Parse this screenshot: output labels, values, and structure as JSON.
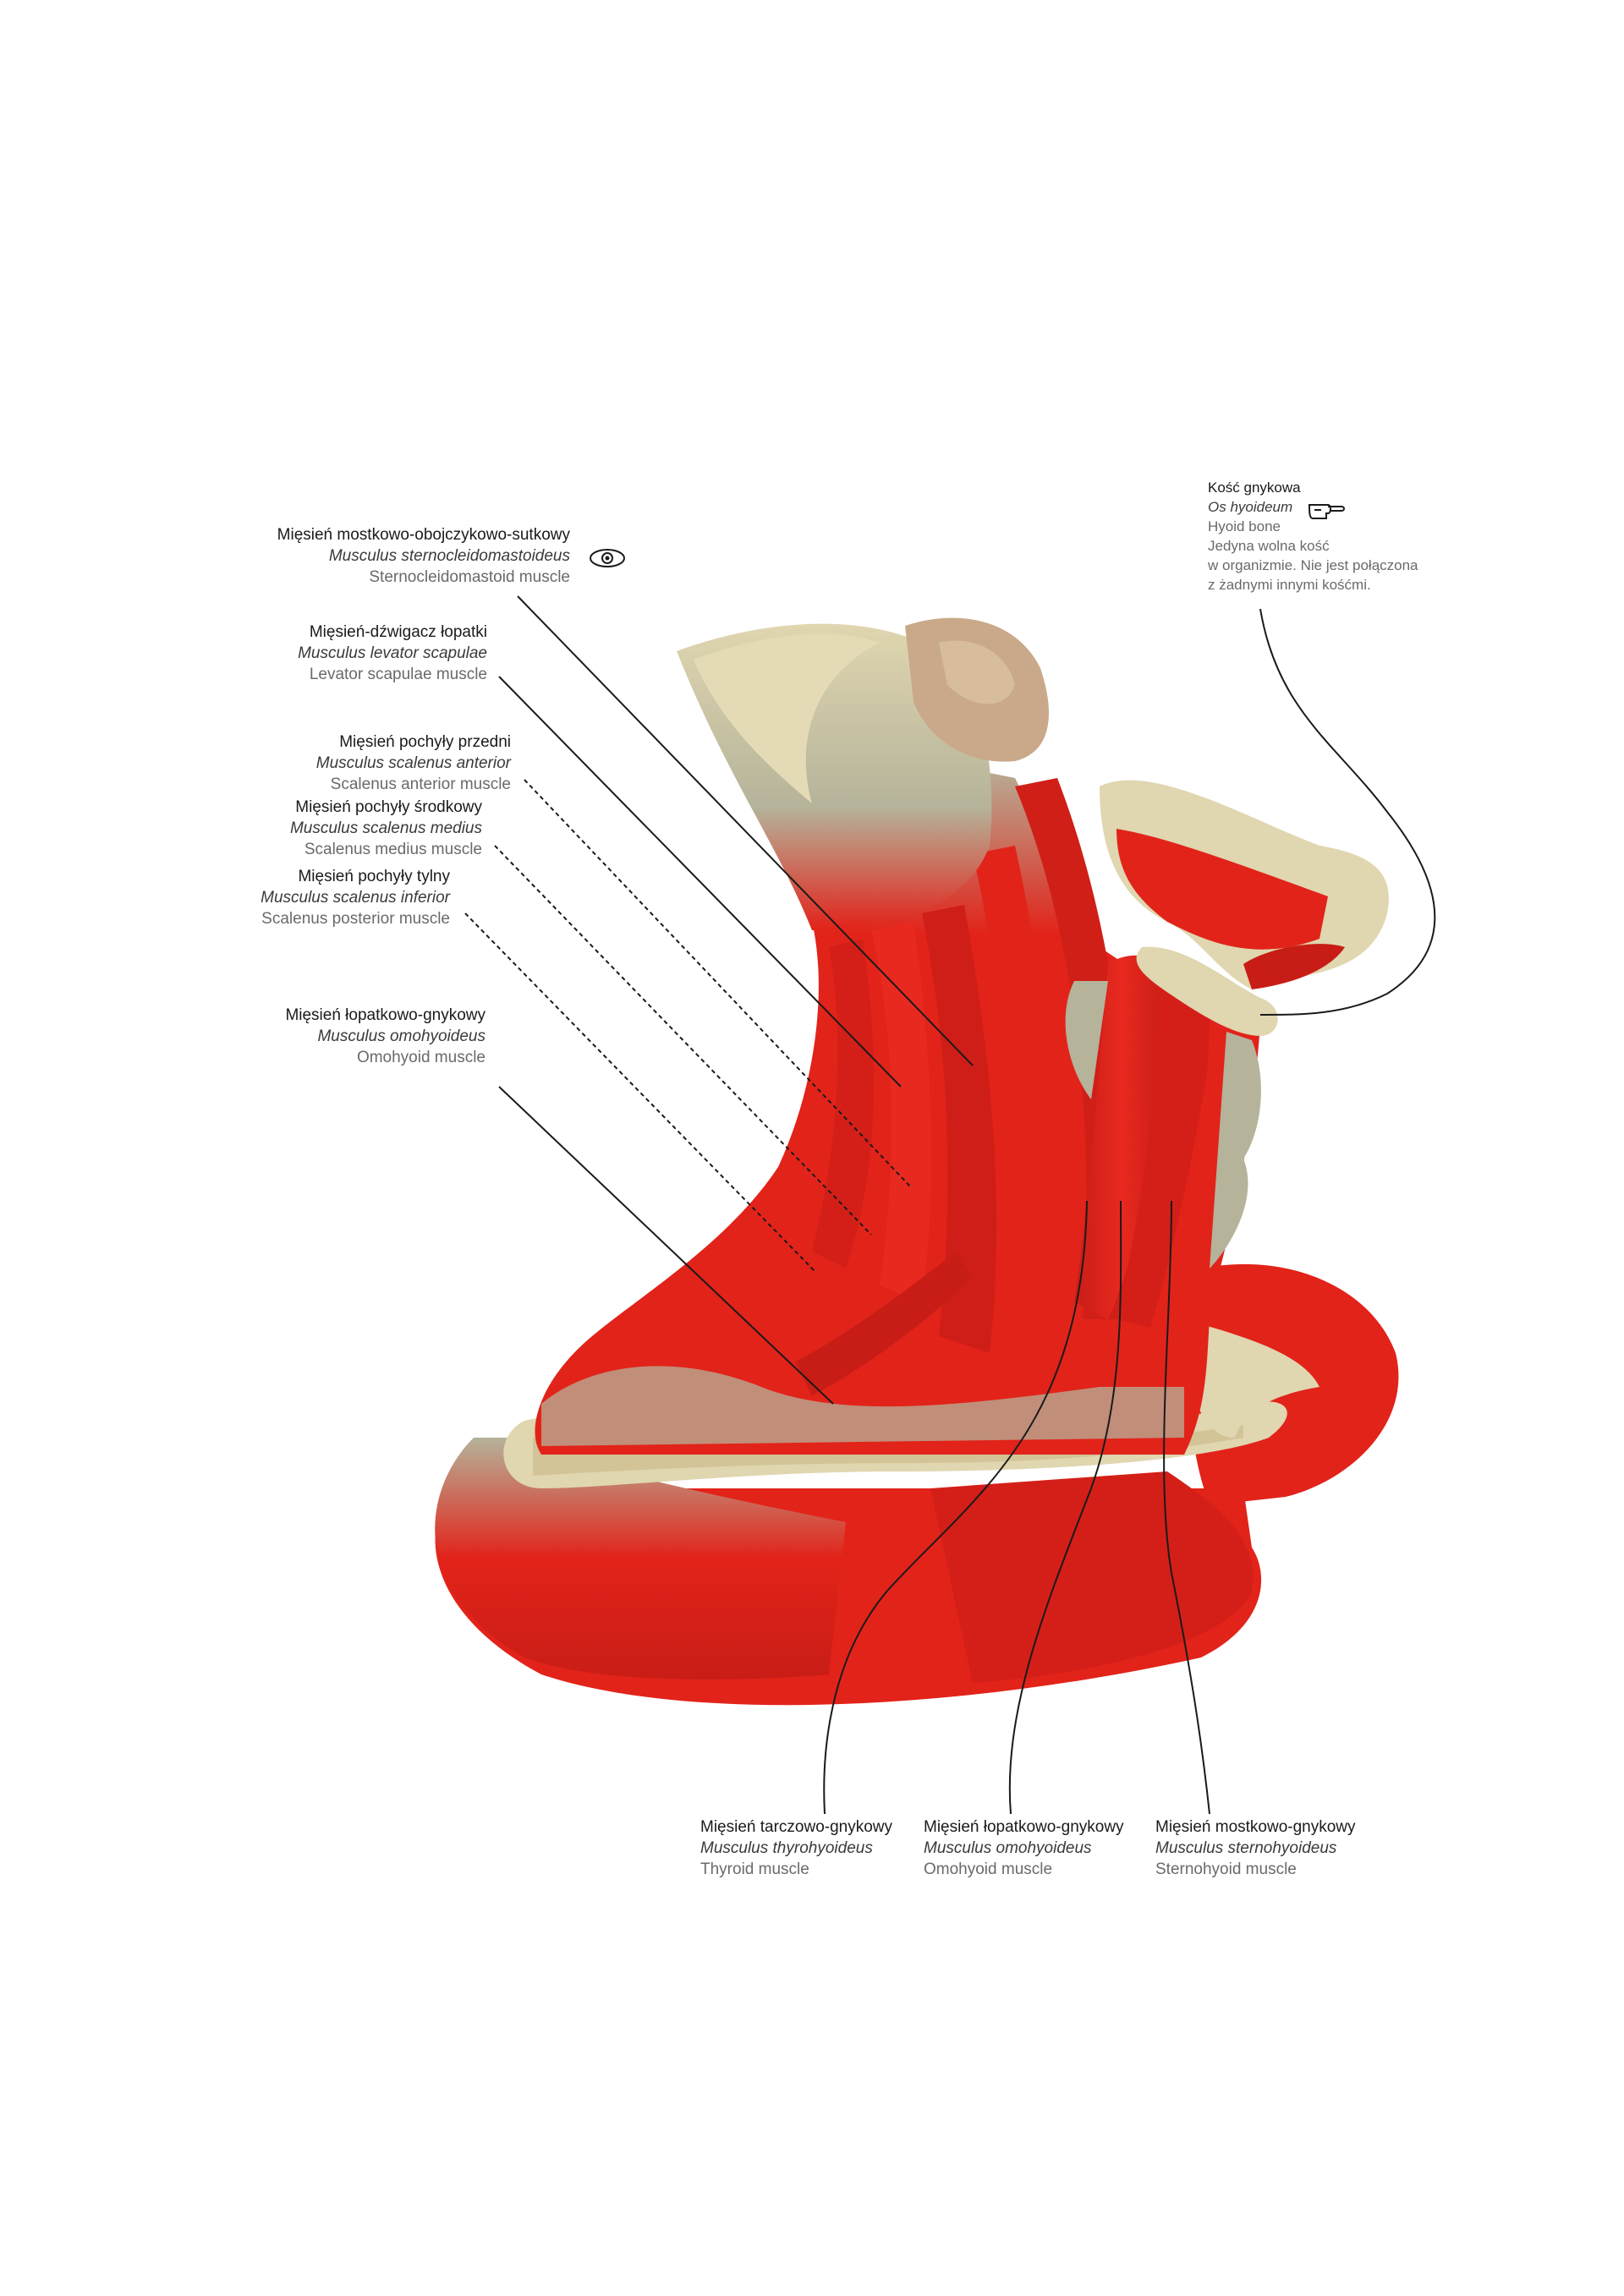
{
  "colors": {
    "muscle": "#e2231a",
    "muscle_dark": "#b81a14",
    "bone": "#e0d6b0",
    "bone_grey": "#b5b39a",
    "cartilage": "#c9a98a",
    "leader_line": "#1a1a1a"
  },
  "labels": {
    "scm": {
      "pl": "Mięsień mostkowo-obojczykowo-sutkowy",
      "la": "Musculus sternocleidomastoideus",
      "en": "Sternocleidomastoid muscle",
      "icon": "eye-icon"
    },
    "levator": {
      "pl": "Mięsień-dźwigacz łopatki",
      "la": "Musculus levator scapulae",
      "en": "Levator scapulae muscle"
    },
    "scal_ant": {
      "pl": "Mięsień pochyły przedni",
      "la": "Musculus scalenus anterior",
      "en": "Scalenus anterior muscle"
    },
    "scal_med": {
      "pl": "Mięsień pochyły środkowy",
      "la": "Musculus scalenus medius",
      "en": "Scalenus medius muscle"
    },
    "scal_post": {
      "pl": "Mięsień pochyły tylny",
      "la": "Musculus scalenus inferior",
      "en": "Scalenus posterior muscle"
    },
    "omo_left": {
      "pl": "Mięsień łopatkowo-gnykowy",
      "la": "Musculus omohyoideus",
      "en": "Omohyoid muscle"
    },
    "hyoid": {
      "pl": "Kość gnykowa",
      "la": "Os hyoideum",
      "en": "Hyoid bone",
      "note1": "Jedyna wolna kość",
      "note2": "w organizmie. Nie jest połączona",
      "note3": "z żadnymi innymi kośćmi.",
      "icon": "pointing-hand-icon"
    },
    "thyro": {
      "pl": "Mięsień tarczowo-gnykowy",
      "la": "Musculus thyrohyoideus",
      "en": "Thyroid muscle"
    },
    "omo_bottom": {
      "pl": "Mięsień łopatkowo-gnykowy",
      "la": "Musculus omohyoideus",
      "en": "Omohyoid muscle"
    },
    "sterno": {
      "pl": "Mięsień mostkowo-gnykowy",
      "la": "Musculus sternohyoideus",
      "en": "Sternohyoid muscle"
    }
  }
}
